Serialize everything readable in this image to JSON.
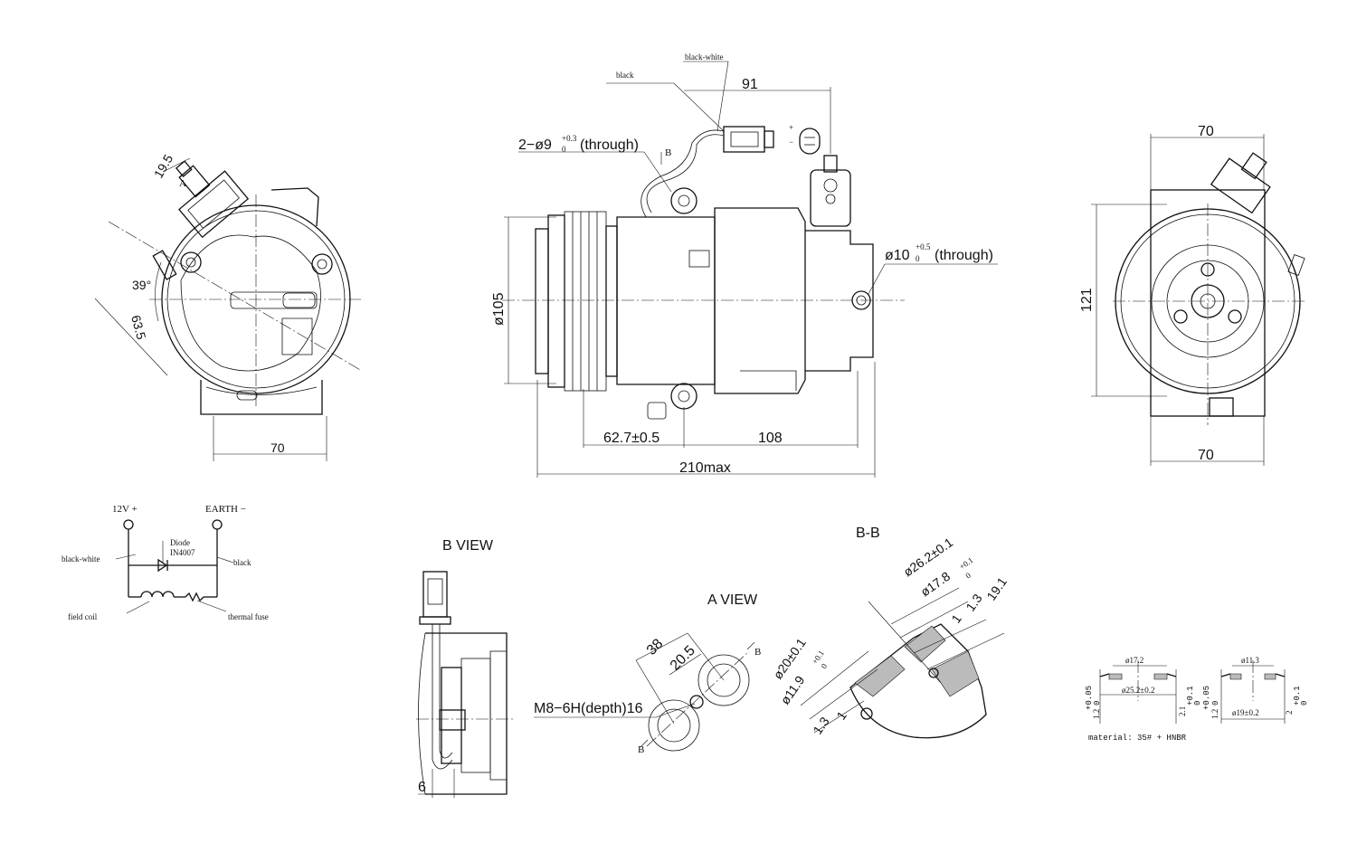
{
  "front_view": {
    "dim_19_5": "19.5",
    "label_A": "A",
    "dim_39deg": "39°",
    "dim_63_5": "63.5",
    "dim_70": "70"
  },
  "side_view": {
    "wire_black": "black",
    "wire_black_white": "black-white",
    "dim_91": "91",
    "hole_9": "2−ø9",
    "hole_9_tol_upper": "+0.3",
    "hole_9_tol_lower": "0",
    "hole_9_suffix": "(through)",
    "label_B": "B",
    "connector_plus": "+",
    "connector_minus": "−",
    "hole_10": "ø10",
    "hole_10_tol_upper": "+0.5",
    "hole_10_tol_lower": "0",
    "hole_10_suffix": "(through)",
    "dim_105": "ø105",
    "dim_62_7": "62.7±0.5",
    "dim_108": "108",
    "dim_210": "210max"
  },
  "rear_view": {
    "dim_70_top": "70",
    "dim_121": "121",
    "dim_70_bottom": "70"
  },
  "circuit": {
    "v12": "12V +",
    "earth": "EARTH −",
    "diode": "Diode",
    "diode_part": "IN4007",
    "black_white": "black-white",
    "black": "black",
    "field_coil": "field coil",
    "thermal_fuse": "thermal fuse"
  },
  "b_view": {
    "title": "B VIEW",
    "dim_6": "6"
  },
  "a_view": {
    "title": "A VIEW",
    "dim_38": "38",
    "dim_20_5": "20.5",
    "thread": "M8−6H(depth)16",
    "label_B1": "B",
    "label_B2": "B"
  },
  "bb_view": {
    "title": "B-B",
    "d26": "ø26.2±0.1",
    "d17_8": "ø17.8",
    "d17_8_tol_upper": "+0.1",
    "d17_8_tol_lower": "0",
    "d19_1": "19.1",
    "d1_3a": "1.3",
    "d1a": "1",
    "d20": "ø20±0.1",
    "d11_9": "ø11.9",
    "d11_9_tol_upper": "+0.1",
    "d11_9_tol_lower": "0",
    "d1_3b": "1.3",
    "d1b": "1"
  },
  "seals": {
    "s1_top": "ø17.2",
    "s1_bottom": "ø25.2±0.2",
    "s1_left": "1.2",
    "s1_left_tol_upper": "+0.05",
    "s1_left_tol_lower": "0",
    "s1_right": "2.1",
    "s1_right_tol_upper": "+0.1",
    "s1_right_tol_lower": "0",
    "s2_top": "ø11.3",
    "s2_bottom": "ø19±0.2",
    "s2_left": "1.2",
    "s2_left_tol_upper": "+0.05",
    "s2_left_tol_lower": "0",
    "s2_right": "2",
    "s2_right_tol_upper": "+0.1",
    "s2_right_tol_lower": "0",
    "material": "material: 35# + HNBR"
  }
}
